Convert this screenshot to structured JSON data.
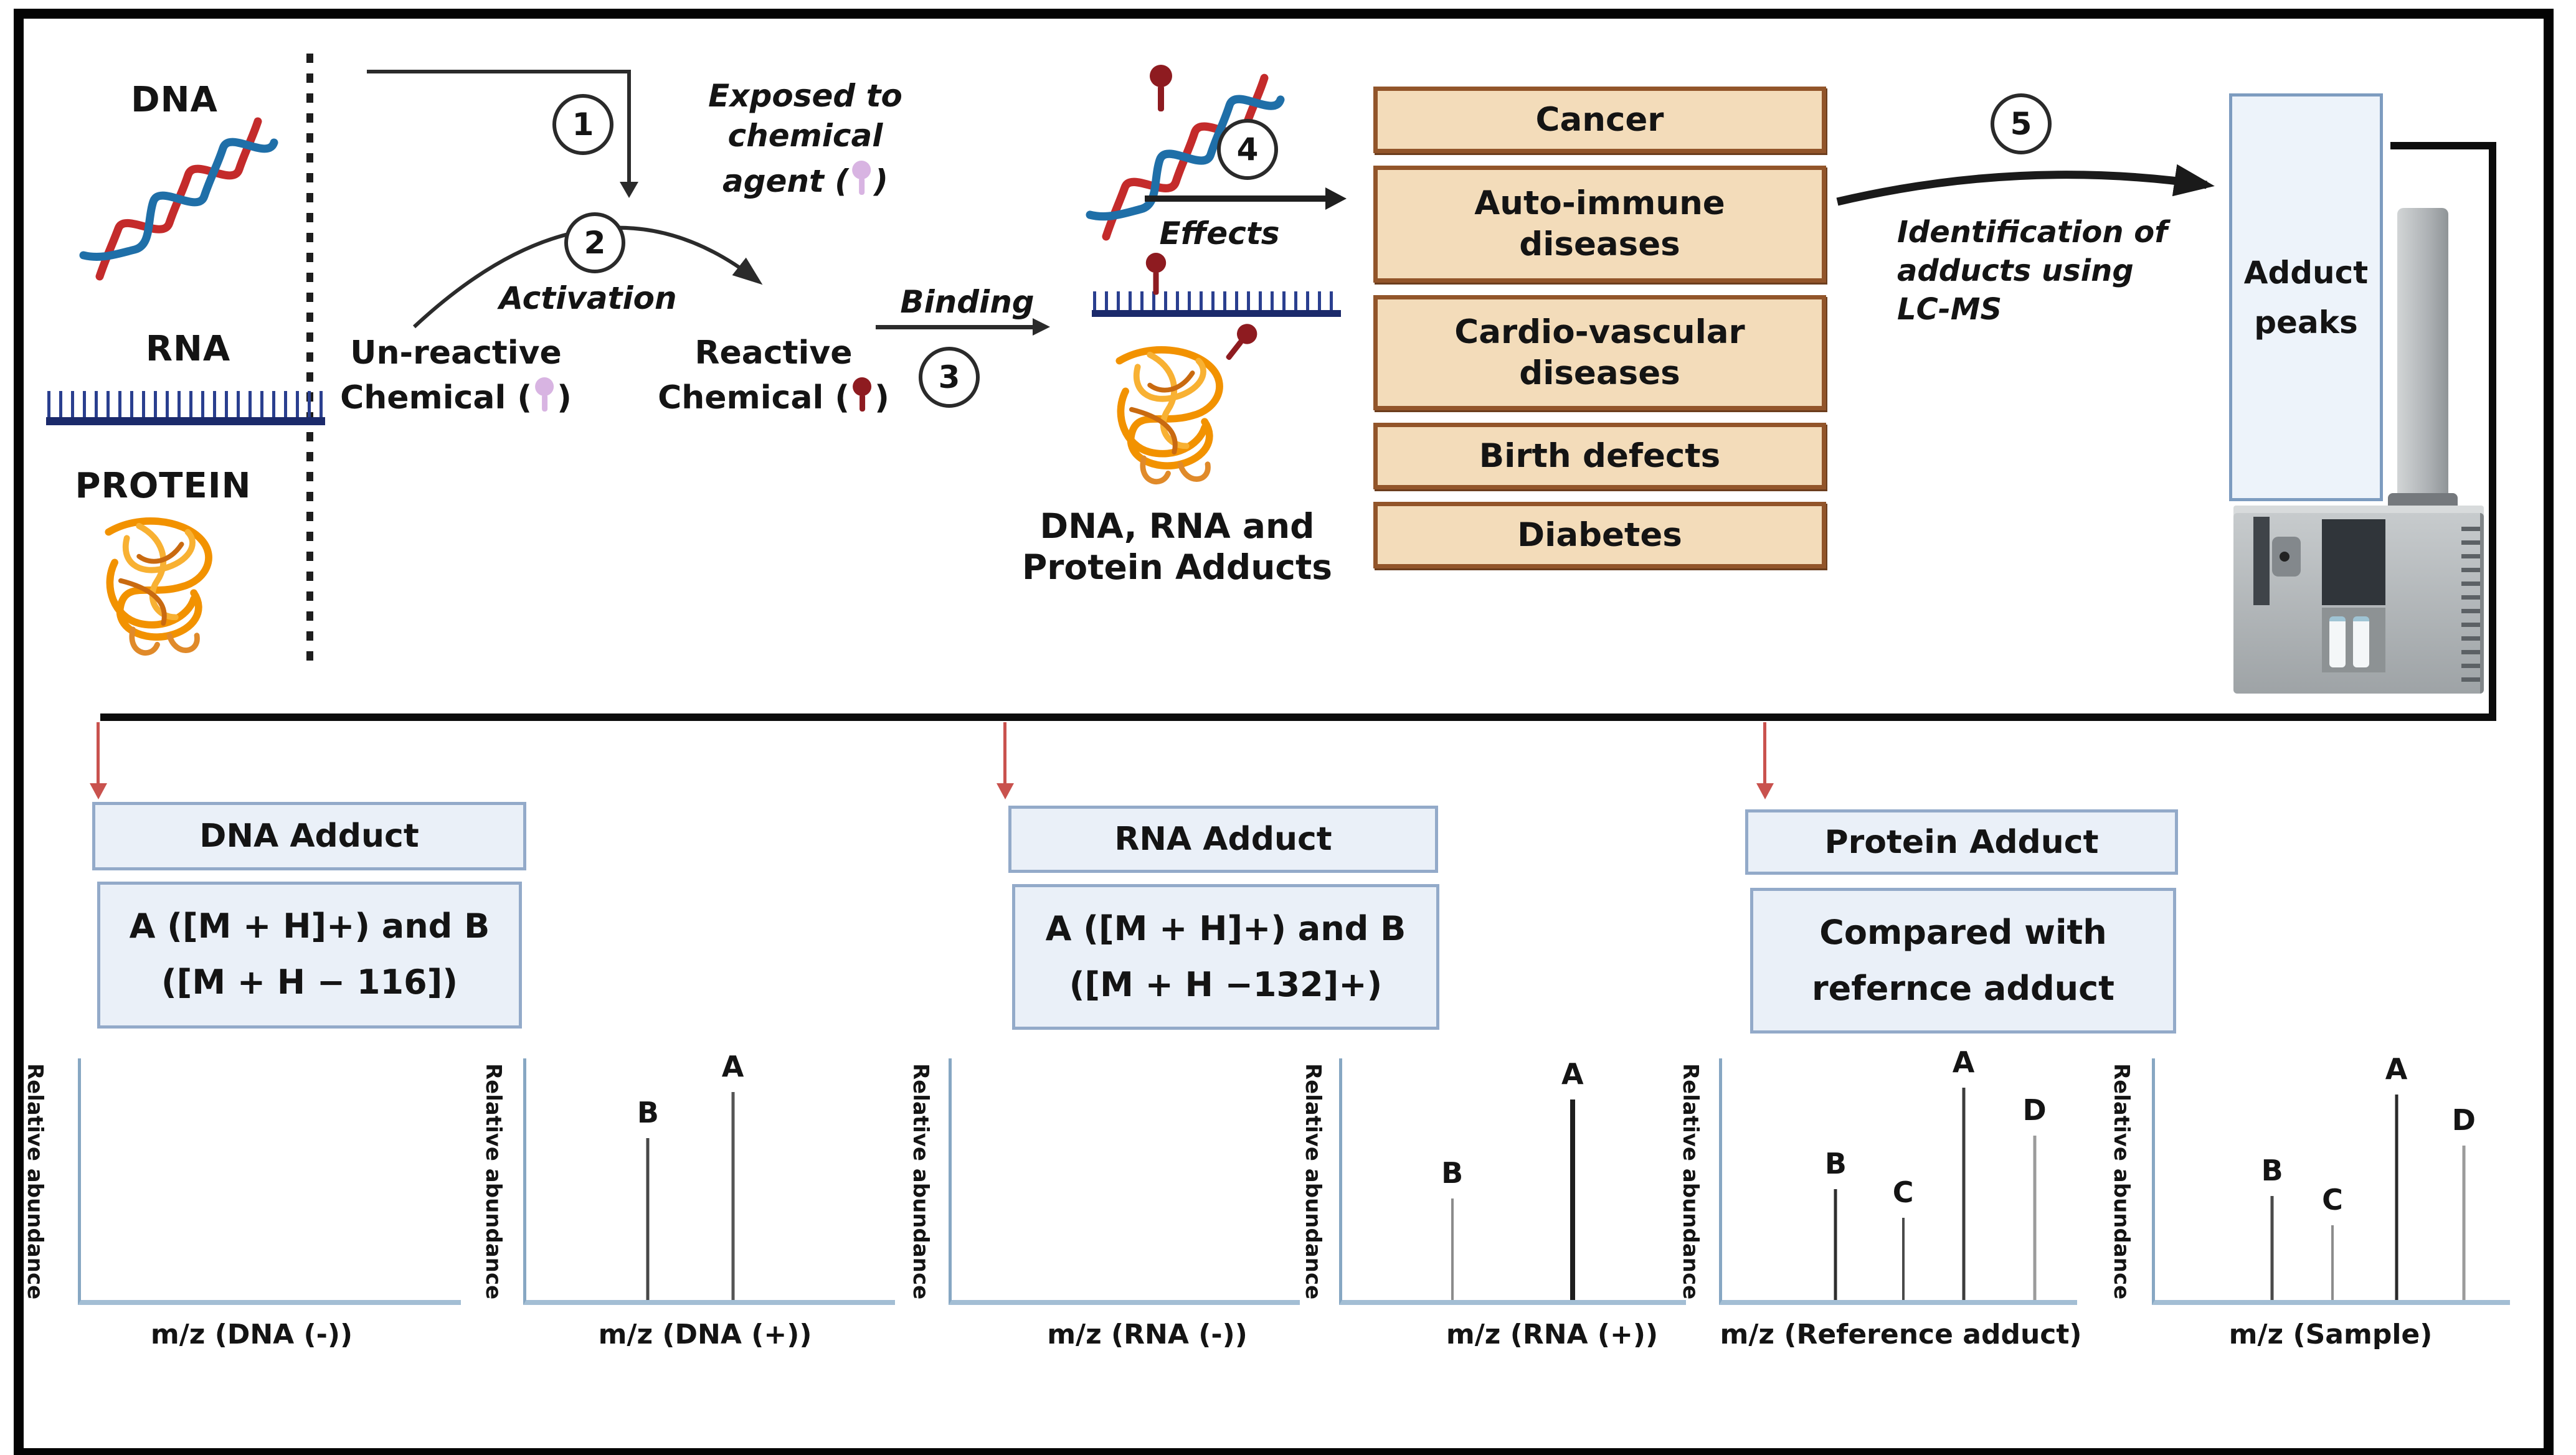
{
  "flow": {
    "dna_label": "DNA",
    "rna_label": "RNA",
    "protein_label": "PROTEIN",
    "step1": "1",
    "step2": "2",
    "step3": "3",
    "step4": "4",
    "step5": "5",
    "exposed_line1": "Exposed to",
    "exposed_line2": "chemical",
    "exposed_agent_prefix": "agent (",
    "exposed_agent_suffix": ")",
    "unreactive_title": "Un-reactive",
    "reactive_title": "Reactive",
    "chemical_prefix": "Chemical (",
    "chemical_suffix": ")",
    "activation": "Activation",
    "binding": "Binding",
    "effects": "Effects",
    "adducts_caption": "DNA, RNA and\nProtein Adducts",
    "identification": "Identification of\nadducts using\nLC-MS",
    "adduct_peaks": "Adduct\npeaks",
    "diseases": [
      {
        "text": "Cancer"
      },
      {
        "text": "Auto-immune\ndiseases"
      },
      {
        "text": "Cardio-vascular\ndiseases"
      },
      {
        "text": "Birth defects"
      },
      {
        "text": "Diabetes"
      }
    ]
  },
  "sections": {
    "dna": {
      "title": "DNA Adduct",
      "formula": "A ([M + H]+) and B\n([M + H − 116])"
    },
    "rna": {
      "title": "RNA Adduct",
      "formula": "A ([M + H]+) and B\n([M + H −132]+)"
    },
    "protein": {
      "title": "Protein Adduct",
      "formula": "Compared with\nrefernce adduct"
    }
  },
  "colors": {
    "disease_fill": "#f3dcba",
    "disease_border": "#92552a",
    "bluebox_fill": "#eaf0f8",
    "bluebox_border": "#93aac9",
    "panel_fill": "#edf3fa",
    "panel_border": "#7d9cc0",
    "axis_blue": "#87a7c3",
    "red_arrow": "#c9524e",
    "unreactive_pin": "#d8b4e2",
    "reactive_pin": "#8e1b20",
    "dna_strand_red": "#c42b2b",
    "dna_strand_blue": "#1f6fa8",
    "rna_navy": "#1b2a6b",
    "protein_orange": "#f29200"
  },
  "chart_data": [
    {
      "type": "stem",
      "title": "DNA adduct negative mode spectrum",
      "ylabel": "Relative abundance",
      "xlabel": "m/z (DNA (-))",
      "peaks": []
    },
    {
      "type": "stem",
      "title": "DNA adduct positive mode spectrum",
      "ylabel": "Relative abundance",
      "xlabel": "m/z (DNA (+))",
      "peaks": [
        {
          "label": "B",
          "x": 33,
          "h": 67,
          "w": 5,
          "color": "#474747"
        },
        {
          "label": "A",
          "x": 56,
          "h": 86,
          "w": 5,
          "color": "#555555"
        }
      ]
    },
    {
      "type": "stem",
      "title": "RNA adduct negative mode spectrum",
      "ylabel": "Relative abundance",
      "xlabel": "m/z (RNA (-))",
      "peaks": []
    },
    {
      "type": "stem",
      "title": "RNA adduct positive mode spectrum",
      "ylabel": "Relative abundance",
      "xlabel": "m/z (RNA (+))",
      "peaks": [
        {
          "label": "B",
          "x": 32,
          "h": 42,
          "w": 4,
          "color": "#8c8c8c"
        },
        {
          "label": "A",
          "x": 67,
          "h": 83,
          "w": 8,
          "color": "#1e1e1e"
        }
      ]
    },
    {
      "type": "stem",
      "title": "Protein reference adduct spectrum",
      "ylabel": "Relative abundance",
      "xlabel": "m/z (Reference adduct)",
      "peaks": [
        {
          "label": "B",
          "x": 32,
          "h": 46,
          "w": 5,
          "color": "#2e2e2e"
        },
        {
          "label": "C",
          "x": 51,
          "h": 34,
          "w": 4,
          "color": "#4a4a4a"
        },
        {
          "label": "A",
          "x": 68,
          "h": 88,
          "w": 5,
          "color": "#3c3c3c"
        },
        {
          "label": "D",
          "x": 88,
          "h": 68,
          "w": 5,
          "color": "#9b9b9b"
        }
      ]
    },
    {
      "type": "stem",
      "title": "Protein sample adduct spectrum",
      "ylabel": "Relative abundance",
      "xlabel": "m/z (Sample)",
      "peaks": [
        {
          "label": "B",
          "x": 33,
          "h": 43,
          "w": 5,
          "color": "#4a4a4a"
        },
        {
          "label": "C",
          "x": 50,
          "h": 31,
          "w": 4,
          "color": "#8c8c8c"
        },
        {
          "label": "A",
          "x": 68,
          "h": 85,
          "w": 5,
          "color": "#2a2a2a"
        },
        {
          "label": "D",
          "x": 87,
          "h": 64,
          "w": 5,
          "color": "#9b9b9b"
        }
      ]
    }
  ]
}
